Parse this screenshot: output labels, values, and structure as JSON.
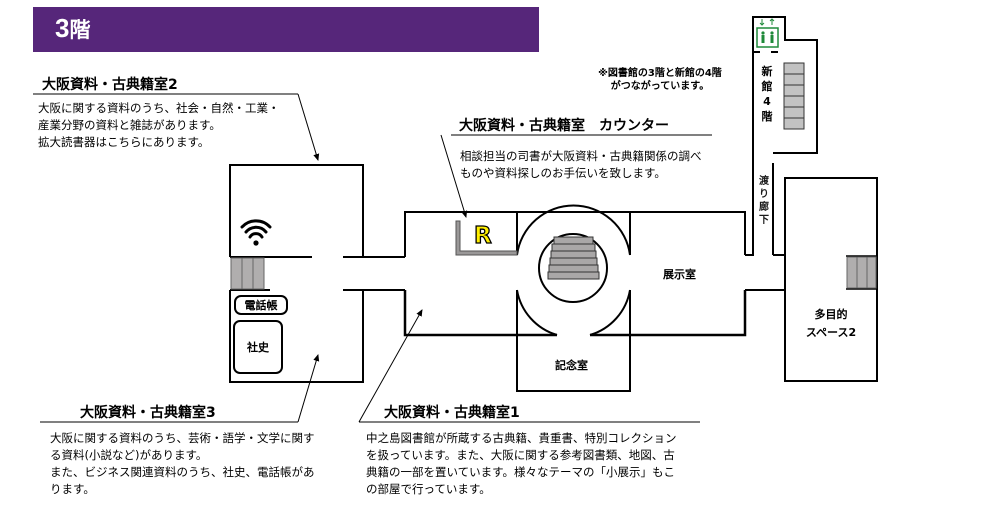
{
  "page": {
    "floor_title": "3",
    "floor_suffix": "階"
  },
  "note": {
    "lines": [
      "※図書館の3階と新館の4階",
      "がつながっています。"
    ]
  },
  "callouts": {
    "room2": {
      "title": "大阪資料・古典籍室2",
      "lines": [
        "大阪に関する資料のうち、社会・自然・工業・",
        "産業分野の資料と雑誌があります。",
        "拡大読書器はこちらにあります。"
      ]
    },
    "counter": {
      "title": "大阪資料・古典籍室　カウンター",
      "lines": [
        "相談担当の司書が大阪資料・古典籍関係の調べ",
        "ものや資料探しのお手伝いを致します。"
      ]
    },
    "room3": {
      "title": "大阪資料・古典籍室3",
      "lines": [
        "大阪に関する資料のうち、芸術・語学・文学に関す",
        "る資料(小説など)があります。",
        "また、ビジネス関連資料のうち、社史、電話帳があ",
        "ります。"
      ]
    },
    "room1": {
      "title": "大阪資料・古典籍室1",
      "lines": [
        "中之島図書館が所蔵する古典籍、貴重書、特別コレクション",
        "を扱っています。また、大阪に関する参考図書類、地図、古",
        "典籍の一部を置いています。様々なテーマの「小展示」もこ",
        "の部屋で行っています。"
      ]
    }
  },
  "map": {
    "rooms": {
      "exhibition": "展示室",
      "memorial": "記念室",
      "multipurpose": [
        "多目的",
        "スペース2"
      ],
      "new_building": [
        "新",
        "館",
        "4",
        "階"
      ],
      "corridor": [
        "渡",
        "り",
        "廊",
        "下"
      ],
      "phonebook": "電話帳",
      "company_history": "社史",
      "reference_mark": "R"
    },
    "icons": [
      "wifi-icon",
      "elevator-icon",
      "stairs-icon",
      "reference-counter-icon"
    ]
  },
  "colors": {
    "banner": "#56267a",
    "stairs": "#b0aeae",
    "reference_mark": "#ffef00",
    "elevator": "#1f8a3a"
  }
}
